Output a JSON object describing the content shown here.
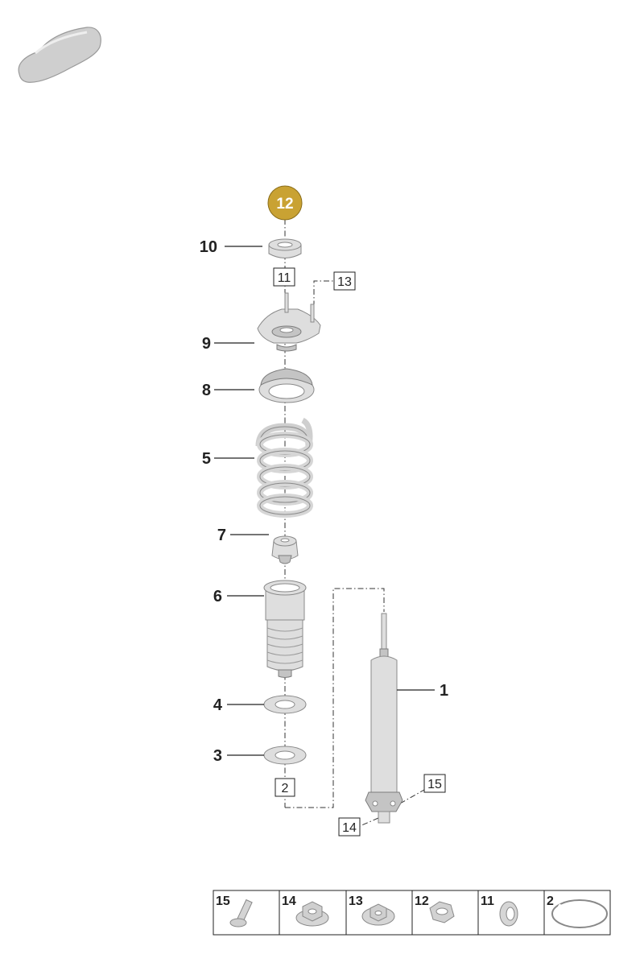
{
  "highlight": {
    "number": "12",
    "color": "#c9a233"
  },
  "callouts": {
    "c1": "1",
    "c3": "3",
    "c4": "4",
    "c5": "5",
    "c6": "6",
    "c7": "7",
    "c8": "8",
    "c9": "9",
    "c10": "10"
  },
  "boxed": {
    "b11": "11",
    "b13": "13",
    "b2": "2",
    "b15": "15",
    "b14": "14"
  },
  "parts_strip": [
    {
      "number": "15",
      "icon": "bolt-icon"
    },
    {
      "number": "14",
      "icon": "hex-flange-nut-icon"
    },
    {
      "number": "13",
      "icon": "washer-nut-icon"
    },
    {
      "number": "12",
      "icon": "hex-nut-icon"
    },
    {
      "number": "11",
      "icon": "spacer-ring-icon"
    },
    {
      "number": "2",
      "icon": "circlip-icon"
    }
  ],
  "colors": {
    "line": "#222222",
    "part_fill": "#dedede",
    "part_stroke": "#8a8a8a"
  }
}
